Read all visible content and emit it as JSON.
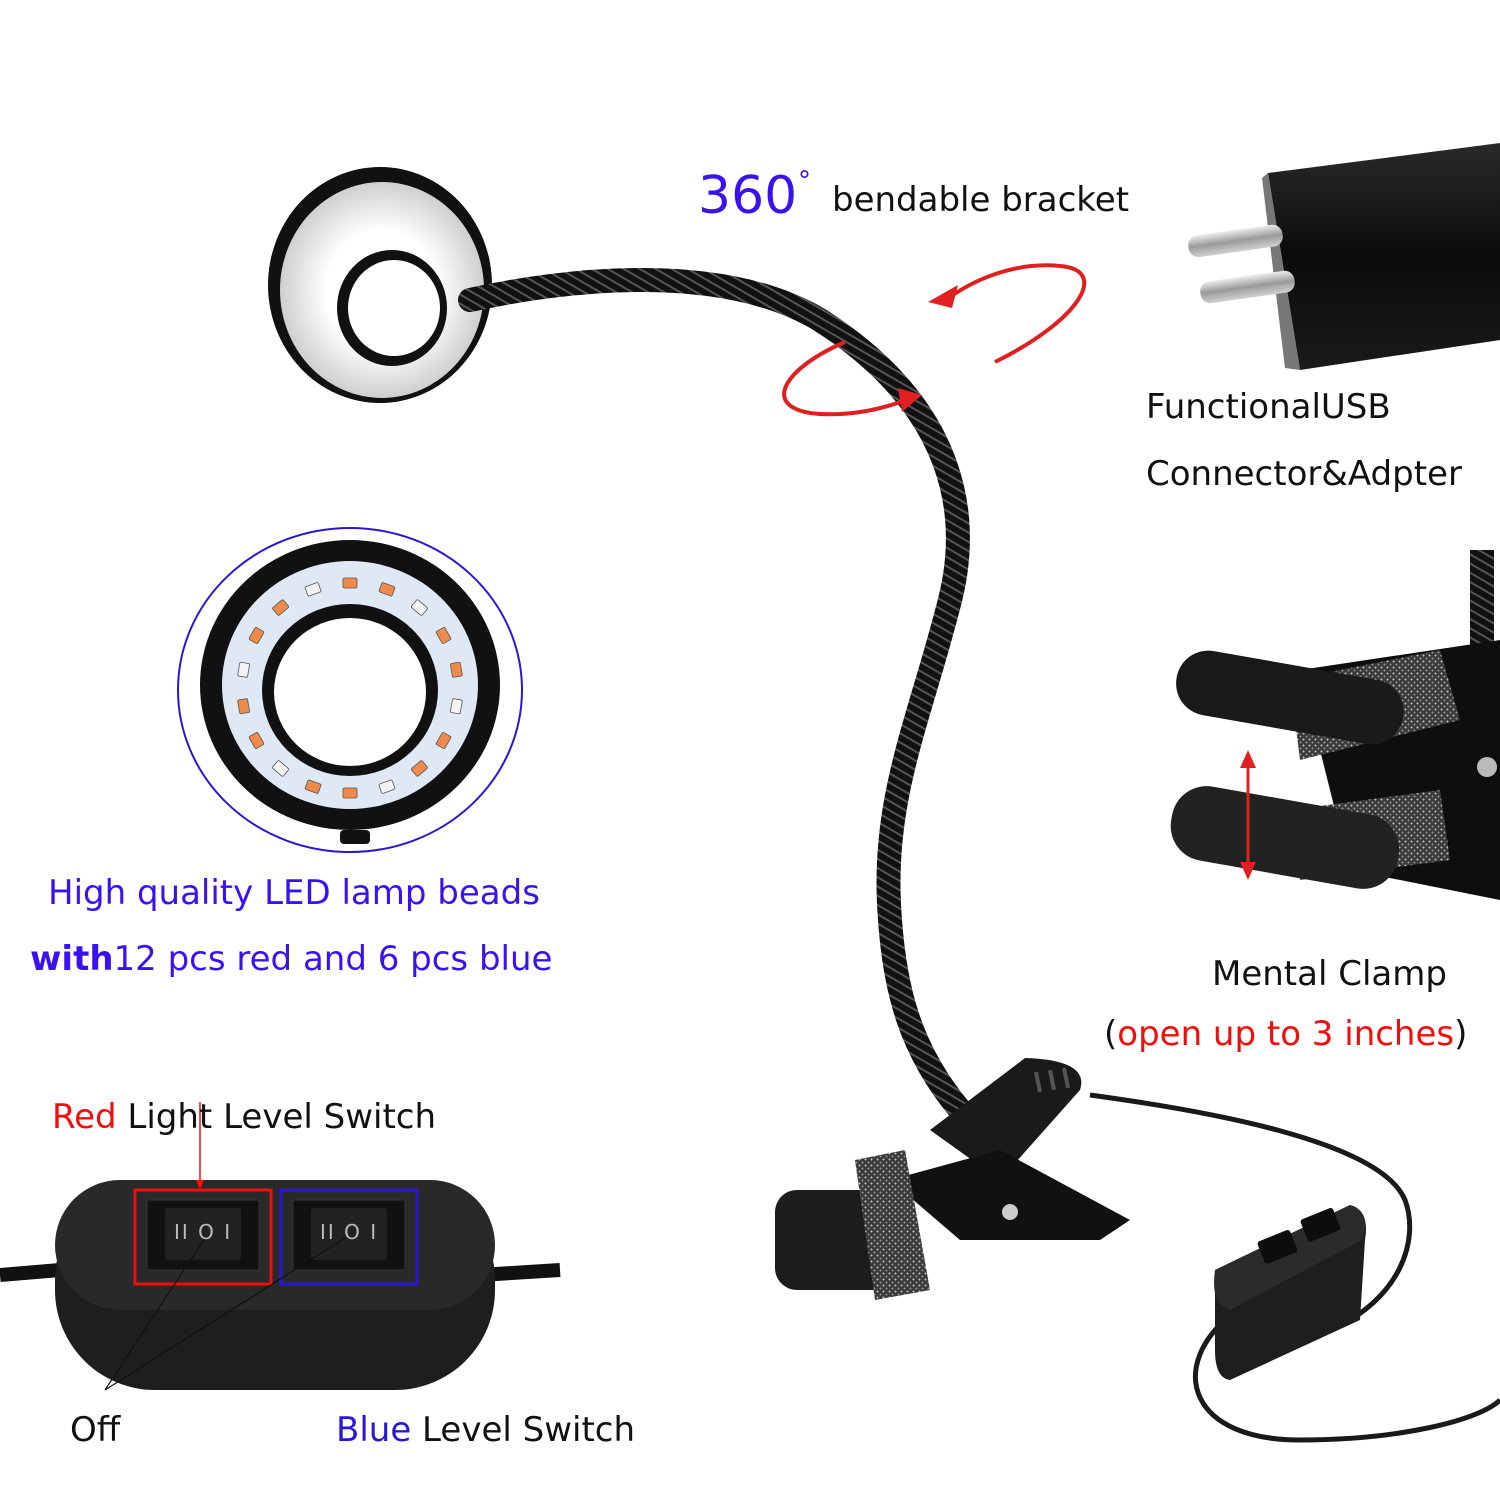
{
  "colors": {
    "blue_text": "#3a12f0",
    "red_text": "#f20d0d",
    "black_text": "#111111",
    "product_black": "#151515",
    "arrow_red": "#e02020",
    "callout_blue": "#2a18d0",
    "led_orange": "#f08a4a",
    "pcb_blue": "#dfe9f5"
  },
  "bracket": {
    "degrees": "360",
    "degree_symbol": "°",
    "text": "bendable bracket"
  },
  "adapter": {
    "line1": "FunctionalUSB",
    "line2": "Connector&Adpter"
  },
  "led": {
    "line1": "High quality LED lamp beads",
    "line2_prefix": "with",
    "line2_rest": "12 pcs red and 6 pcs blue",
    "red_count": 12,
    "blue_count": 6
  },
  "clamp": {
    "title": "Mental Clamp",
    "open_paren": "(",
    "detail": "open up to 3 inches",
    "close_paren": ")"
  },
  "switches": {
    "red_word": "Red",
    "red_rest": " Light Level Switch",
    "blue_word": "Blue",
    "blue_rest": " Level Switch",
    "off_label": "Off",
    "rocker_symbol": "II O I"
  },
  "icons": {
    "rotate_arrows": "rotate-arrows-icon",
    "open_range_arrow": "double-arrow-icon"
  }
}
